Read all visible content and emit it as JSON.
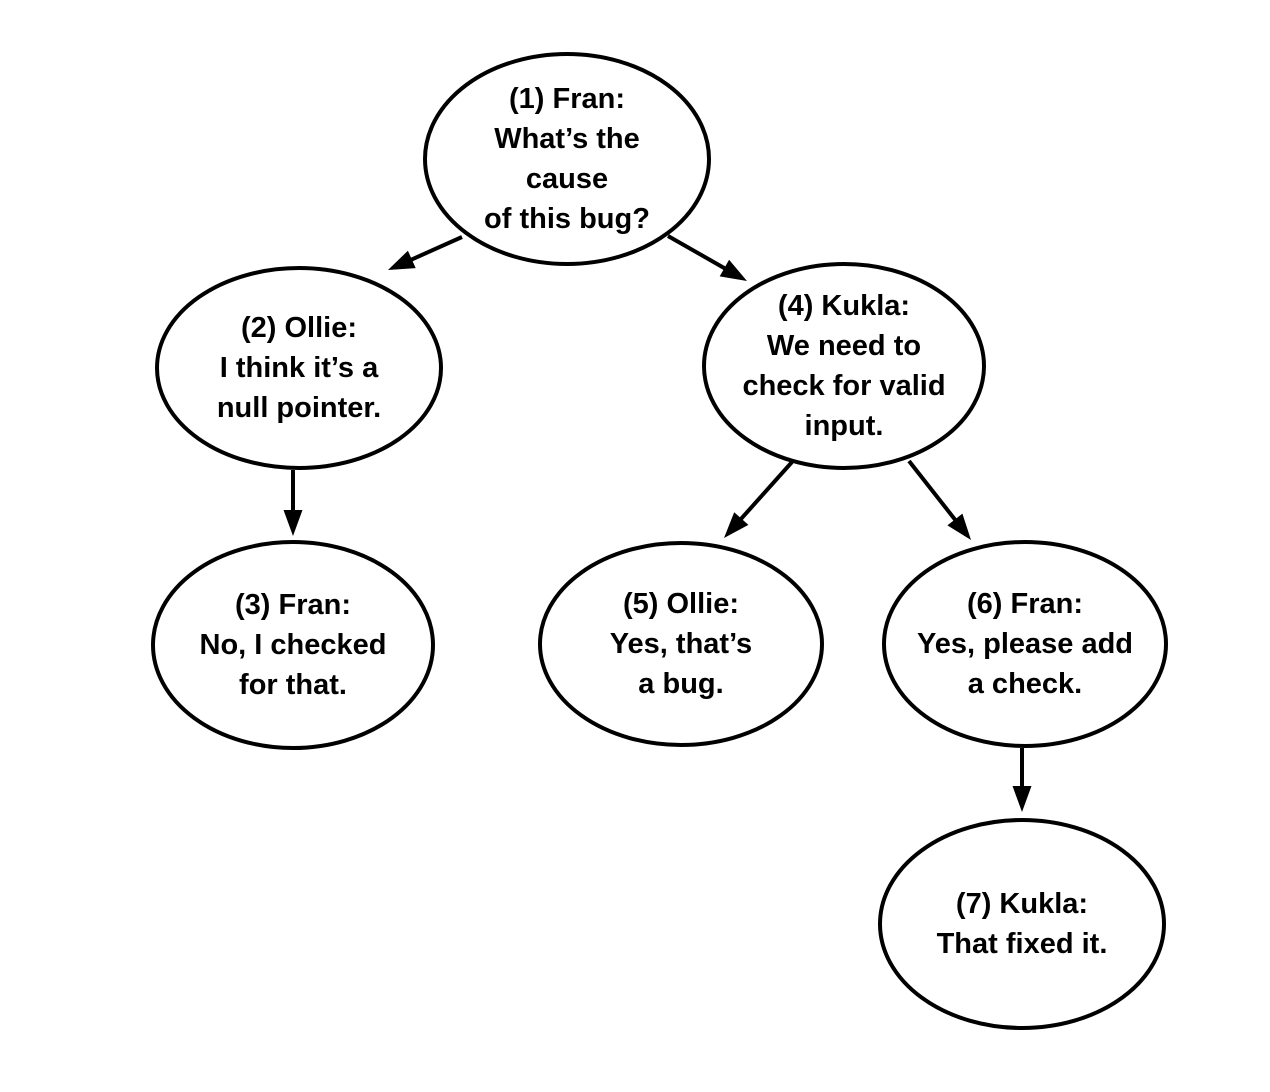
{
  "diagram": {
    "background_color": "#ffffff",
    "stroke_color": "#000000",
    "text_color": "#000000",
    "nodes": [
      {
        "id": "1",
        "speaker": "Fran",
        "label": "(1) Fran:\nWhat’s the\ncause\nof this bug?"
      },
      {
        "id": "2",
        "speaker": "Ollie",
        "label": "(2) Ollie:\nI think it’s a\nnull pointer."
      },
      {
        "id": "3",
        "speaker": "Fran",
        "label": "(3) Fran:\nNo, I checked\nfor that."
      },
      {
        "id": "4",
        "speaker": "Kukla",
        "label": "(4) Kukla:\nWe need to\ncheck for valid\ninput."
      },
      {
        "id": "5",
        "speaker": "Ollie",
        "label": "(5) Ollie:\nYes, that’s\na bug."
      },
      {
        "id": "6",
        "speaker": "Fran",
        "label": "(6) Fran:\nYes, please add\na check."
      },
      {
        "id": "7",
        "speaker": "Kukla",
        "label": "(7) Kukla:\nThat fixed it."
      }
    ],
    "edges": [
      {
        "from": "1",
        "to": "2"
      },
      {
        "from": "1",
        "to": "4"
      },
      {
        "from": "2",
        "to": "3"
      },
      {
        "from": "4",
        "to": "5"
      },
      {
        "from": "4",
        "to": "6"
      },
      {
        "from": "6",
        "to": "7"
      }
    ]
  }
}
